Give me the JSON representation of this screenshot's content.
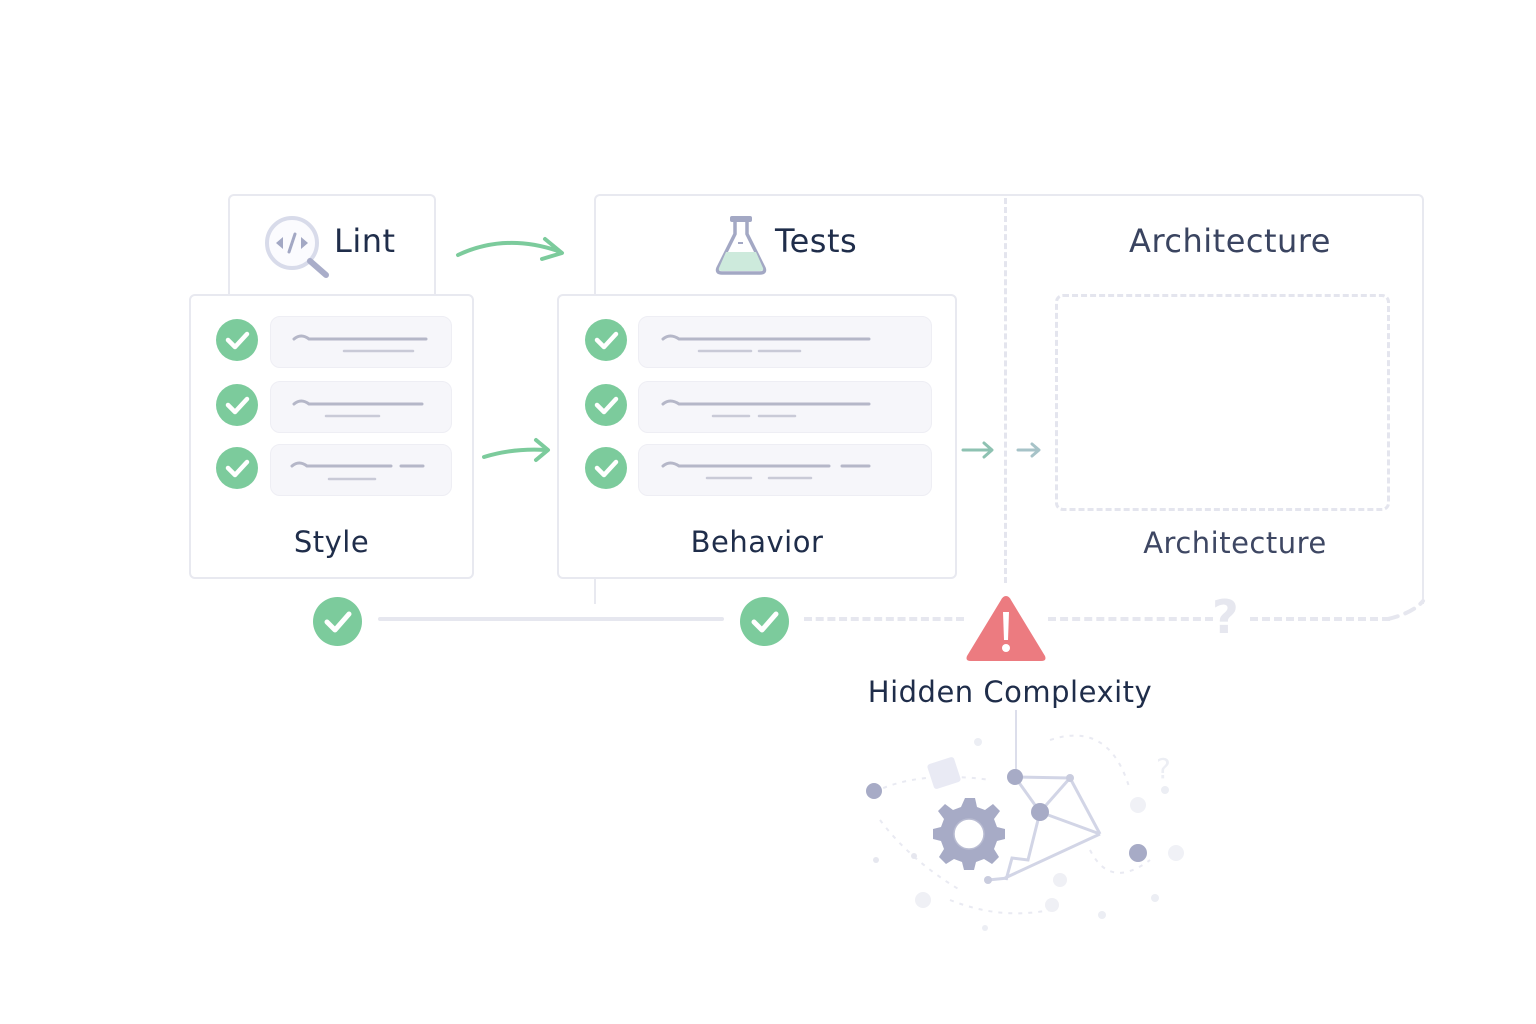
{
  "diagram": {
    "stages": [
      {
        "id": "lint",
        "title": "Lint",
        "icon": "code-magnifier-icon",
        "label": "Style",
        "checks": [
          "passed",
          "passed",
          "passed"
        ],
        "status": "passed"
      },
      {
        "id": "tests",
        "title": "Tests",
        "icon": "flask-icon",
        "label": "Behavior",
        "checks": [
          "passed",
          "passed",
          "passed"
        ],
        "status": "passed"
      },
      {
        "id": "architecture",
        "title": "Architecture",
        "label": "Architecture",
        "checks": [],
        "status": "unknown"
      }
    ],
    "warning": {
      "icon": "warning-triangle-icon",
      "label": "Hidden Complexity",
      "unknown_marker": "?"
    },
    "colors": {
      "success": "#7ccb9c",
      "warning": "#ec7b80",
      "muted": "#e4e5ee",
      "text": "#1f2d4a",
      "network": "#a7abc6"
    }
  }
}
